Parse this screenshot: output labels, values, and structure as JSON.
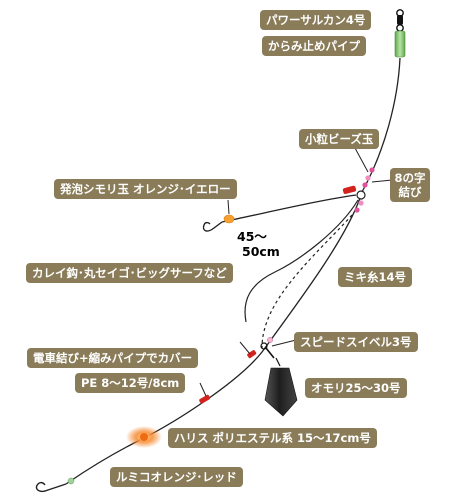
{
  "labels": {
    "swivel_top": "パワーサルカン4号",
    "stopper_pipe": "からみ止めパイプ",
    "small_beads": "小粒ビーズ玉",
    "figure8_line1": "8の字",
    "figure8_line2": "結び",
    "float_bead": "発泡シモリ玉 オレンジ･イエロー",
    "hook_types": "カレイ鈎･丸セイゴ･ビッグサーフなど",
    "branch_line": "ミキ糸14号",
    "length_line1": "45～",
    "length_line2": "50cm",
    "speed_swivel": "スピードスイベル3号",
    "knot_pipe": "電車結び+縮みパイプでカバー",
    "weight": "オモリ25～30号",
    "pe_line": "PE 8～12号/8cm",
    "harris": "ハリス ポリエステル系 15～17cm号",
    "lumico": "ルミコオレンジ･レッド"
  },
  "colors": {
    "label_bg": "#8a7c59",
    "label_text": "#ffffff",
    "line": "#222222",
    "bead_pink": "#e0539a",
    "red_pipe": "#d2231e",
    "float_orange": "#f5a030",
    "lumico_glow": "#f47b1e",
    "pipe_green": "#7fbf6a",
    "weight_dark": "#2b2b2b"
  }
}
